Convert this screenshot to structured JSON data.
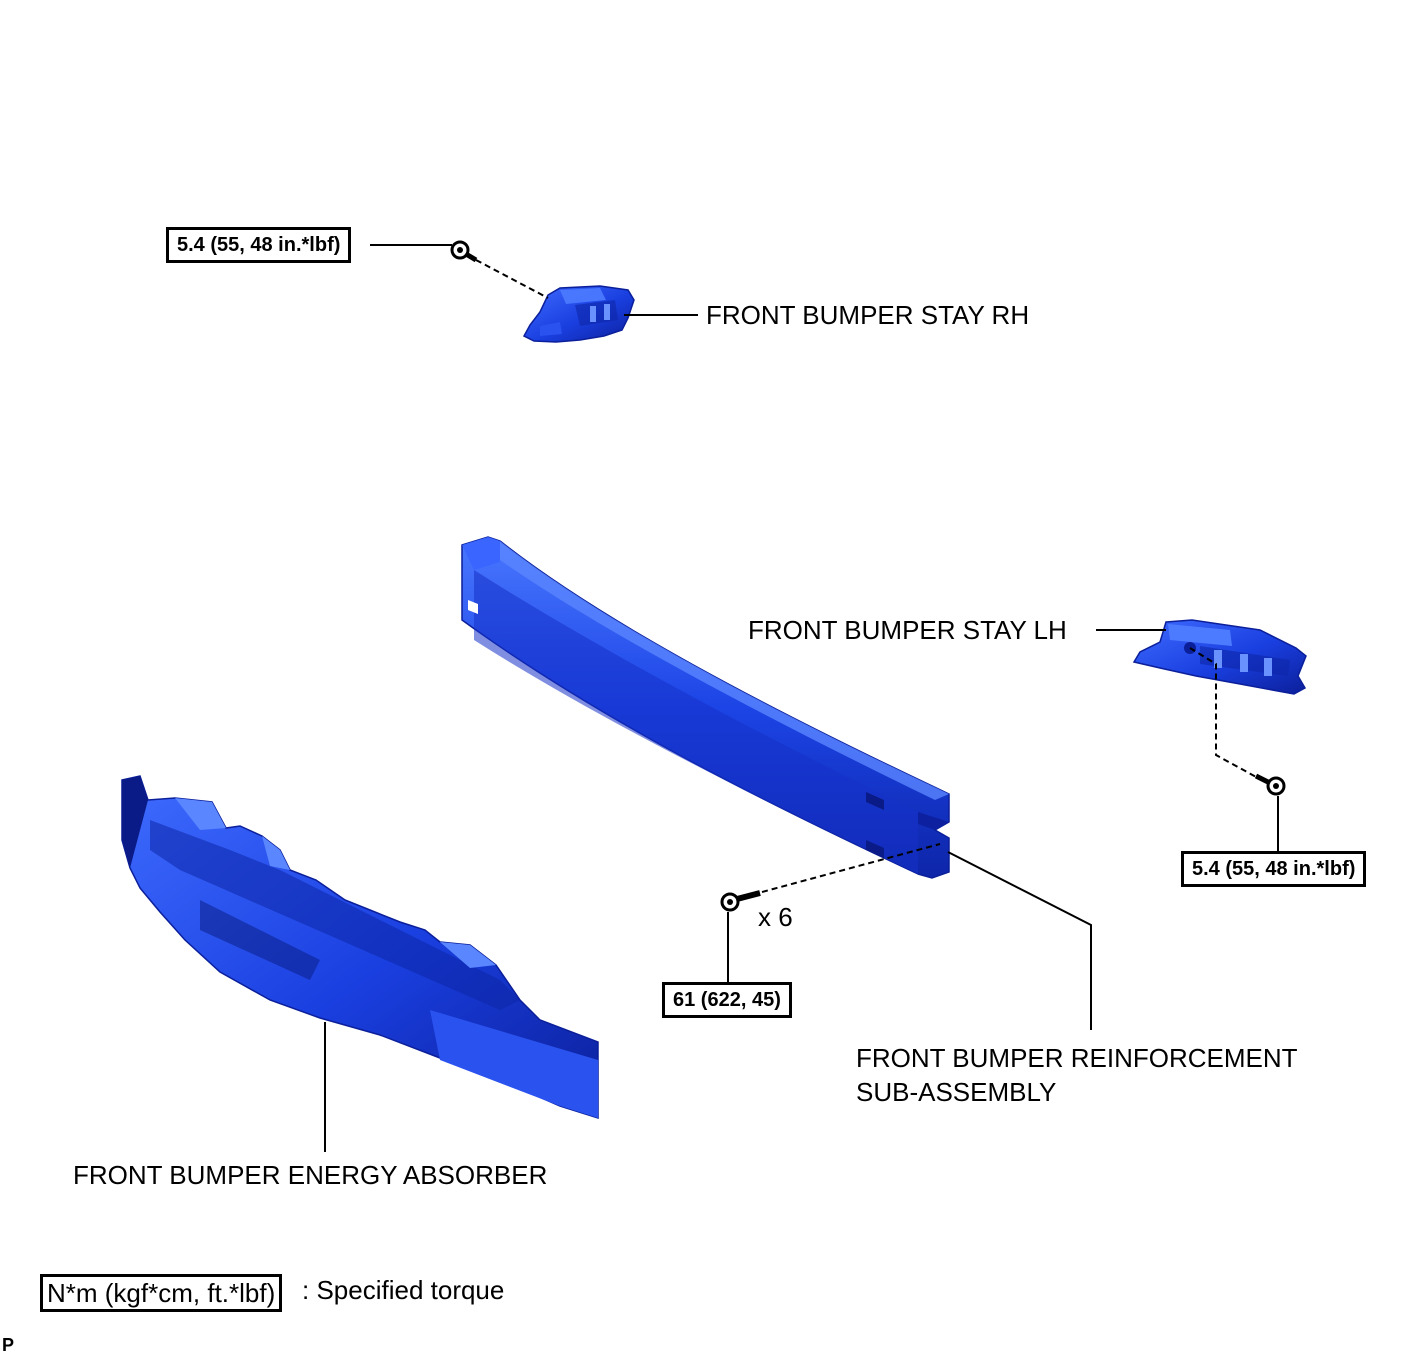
{
  "parts": {
    "stay_rh": "FRONT BUMPER STAY RH",
    "stay_lh": "FRONT BUMPER STAY LH",
    "energy_absorber": "FRONT BUMPER ENERGY ABSORBER",
    "reinforcement_line1": "FRONT BUMPER REINFORCEMENT",
    "reinforcement_line2": "SUB-ASSEMBLY"
  },
  "torques": {
    "stay_rh_bolt": "5.4 (55, 48 in.*lbf)",
    "stay_lh_bolt": "5.4 (55, 48 in.*lbf)",
    "reinforcement_bolt": "61 (622, 45)"
  },
  "quantity": "x 6",
  "legend": {
    "box_text": "N*m (kgf*cm, ft.*lbf)",
    "description": ": Specified torque"
  },
  "corner_mark": "P",
  "colors": {
    "part_fill": "#1a3fe0",
    "part_light": "#3f6cff",
    "part_dark": "#0b1f9a"
  }
}
